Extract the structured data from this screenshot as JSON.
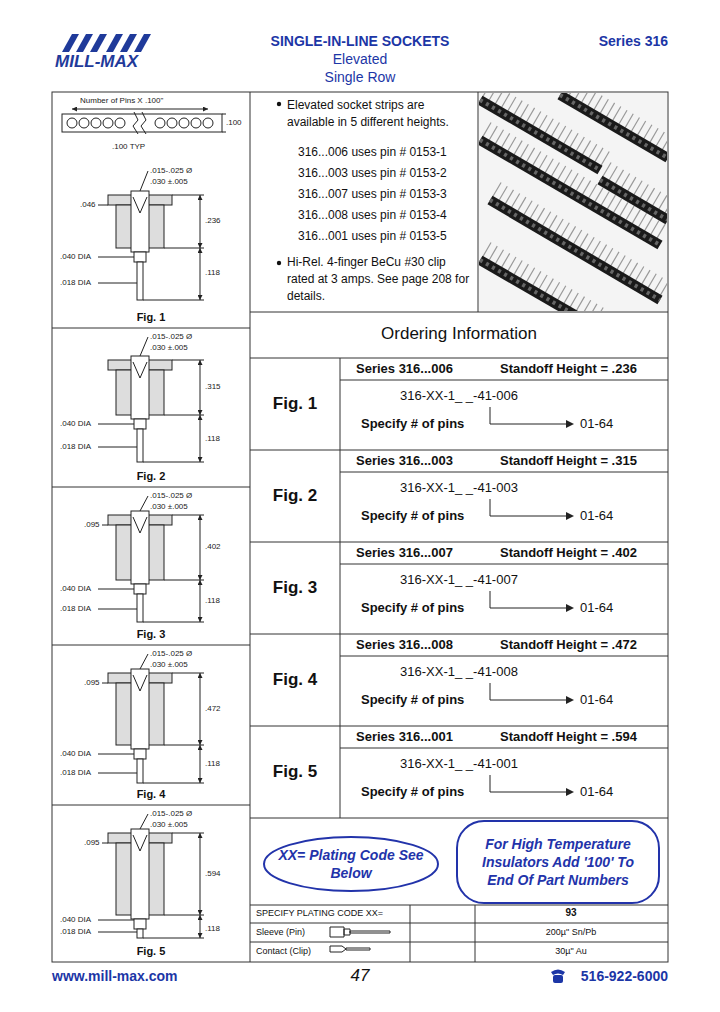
{
  "diagram": {
    "title": "SINGLE-IN-LINE SOCKETS",
    "nodes": [
      {
        "text": [
          "Fig. 1"
        ]
      },
      {
        "text": [
          "Fig. 2"
        ]
      },
      {
        "text": [
          "Fig. 3"
        ]
      },
      {
        "text": [
          "Fig. 4"
        ]
      },
      {
        "text": [
          "Fig. 5"
        ]
      },
      {
        "text": [
          "Elevated socket strips are available in 5 different heights.",
          "316...006 uses pin # 0153-1",
          "316...003 uses pin # 0153-2",
          "316...007 uses pin # 0153-3",
          "316...008 uses pin # 0153-4",
          "316...001 uses pin # 0153-5",
          "Hi-Rel. 4-finger BeCu #30 clip rated at 3 amps. See page 208 for details."
        ]
      },
      {
        "text": [
          "Ordering Information"
        ]
      },
      {
        "text": [
          "Fig. 1",
          "Series 316...006",
          "Standoff Height = .236",
          "316-XX-1_ _-41-006",
          "Specify # of pins",
          "01-64"
        ],
        "in": 6
      },
      {
        "text": [
          "Fig. 2",
          "Series 316...003",
          "Standoff Height = .315",
          "316-XX-1_ _-41-003",
          "Specify # of pins",
          "01-64"
        ],
        "in": 6
      },
      {
        "text": [
          "Fig. 3",
          "Series 316...007",
          "Standoff Height = .402",
          "316-XX-1_ _-41-007",
          "Specify # of pins",
          "01-64"
        ],
        "in": 6
      },
      {
        "text": [
          "Fig. 4",
          "Series 316...008",
          "Standoff Height = .472",
          "316-XX-1_ _-41-008",
          "Specify # of pins",
          "01-64"
        ],
        "in": 6
      },
      {
        "text": [
          "Fig. 5",
          "Series 316...001",
          "Standoff Height = .594",
          "316-XX-1_ _-41-001",
          "Specify # of pins",
          "01-64"
        ],
        "in": 6
      },
      {
        "text": [
          "XX= Plating Code See Below"
        ]
      },
      {
        "text": [
          "For High Temperature Insulators Add '100' To End Of Part Numbers"
        ]
      }
    ],
    "labels": [
      "MILL-MAX",
      "Elevated",
      "Single Row",
      "Series 316",
      "Number of Pins X .100\"",
      ".100",
      ".100 TYP",
      ".015-.025 Ø",
      ".030 ±.005",
      ".046",
      ".236",
      ".040 DIA",
      ".018 DIA",
      ".118",
      ".015-.025 Ø",
      ".030 ±.005",
      ".315",
      ".040 DIA",
      ".018 DIA",
      ".118",
      ".015-.025 Ø",
      ".030 ±.005",
      ".095",
      ".402",
      ".040 DIA",
      ".018 DIA",
      ".118",
      ".015-.025 Ø",
      ".030 ±.005",
      ".095",
      ".472",
      ".040 DIA",
      ".018 DIA",
      ".118",
      ".015-.025 Ø",
      ".030 ±.005",
      ".095",
      ".594",
      ".040 DIA",
      ".018 DIA",
      ".118",
      "SPECIFY PLATING CODE XX=",
      "93",
      "Sleeve (Pin)",
      "200µ\" Sn/Pb",
      "Contact (Clip)",
      "30µ\" Au",
      "www.mill-max.com",
      "47",
      "516-922-6000"
    ]
  }
}
